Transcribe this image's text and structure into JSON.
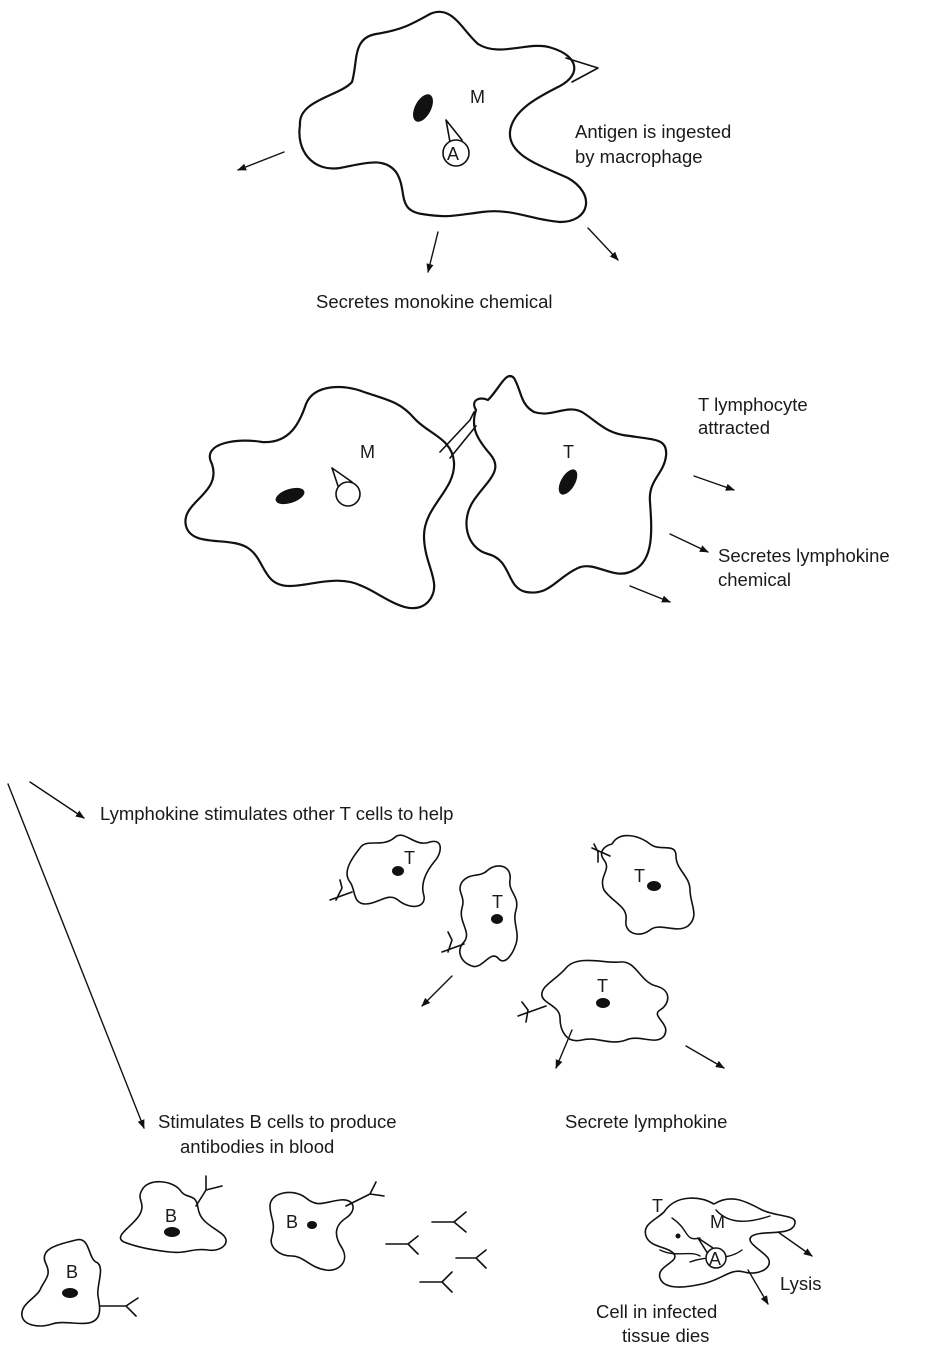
{
  "stage1": {
    "macrophage_letter": "M",
    "antigen_letter": "A",
    "caption_line1": "Antigen is ingested",
    "caption_line2": "by macrophage",
    "secretes": "Secretes monokine chemical"
  },
  "stage2": {
    "macrophage_letter": "M",
    "tcell_letter": "T",
    "attracted_line1": "T lymphocyte",
    "attracted_line2": "attracted",
    "secretes_line1": "Secretes lymphokine",
    "secretes_line2": "chemical"
  },
  "stage3": {
    "stimulates_t": "Lymphokine stimulates other T cells to help",
    "t_letters": [
      "T",
      "T",
      "T",
      "T"
    ],
    "secrete": "Secrete lymphokine"
  },
  "stage4": {
    "b_line1": "Stimulates B cells to produce",
    "b_line2": "antibodies in blood",
    "b_letters": [
      "B",
      "B",
      "B"
    ],
    "lysis_t": "T",
    "lysis_m": "M",
    "lysis_a": "A",
    "lysis": "Lysis",
    "dies_line1": "Cell in infected",
    "dies_line2": "tissue dies"
  }
}
